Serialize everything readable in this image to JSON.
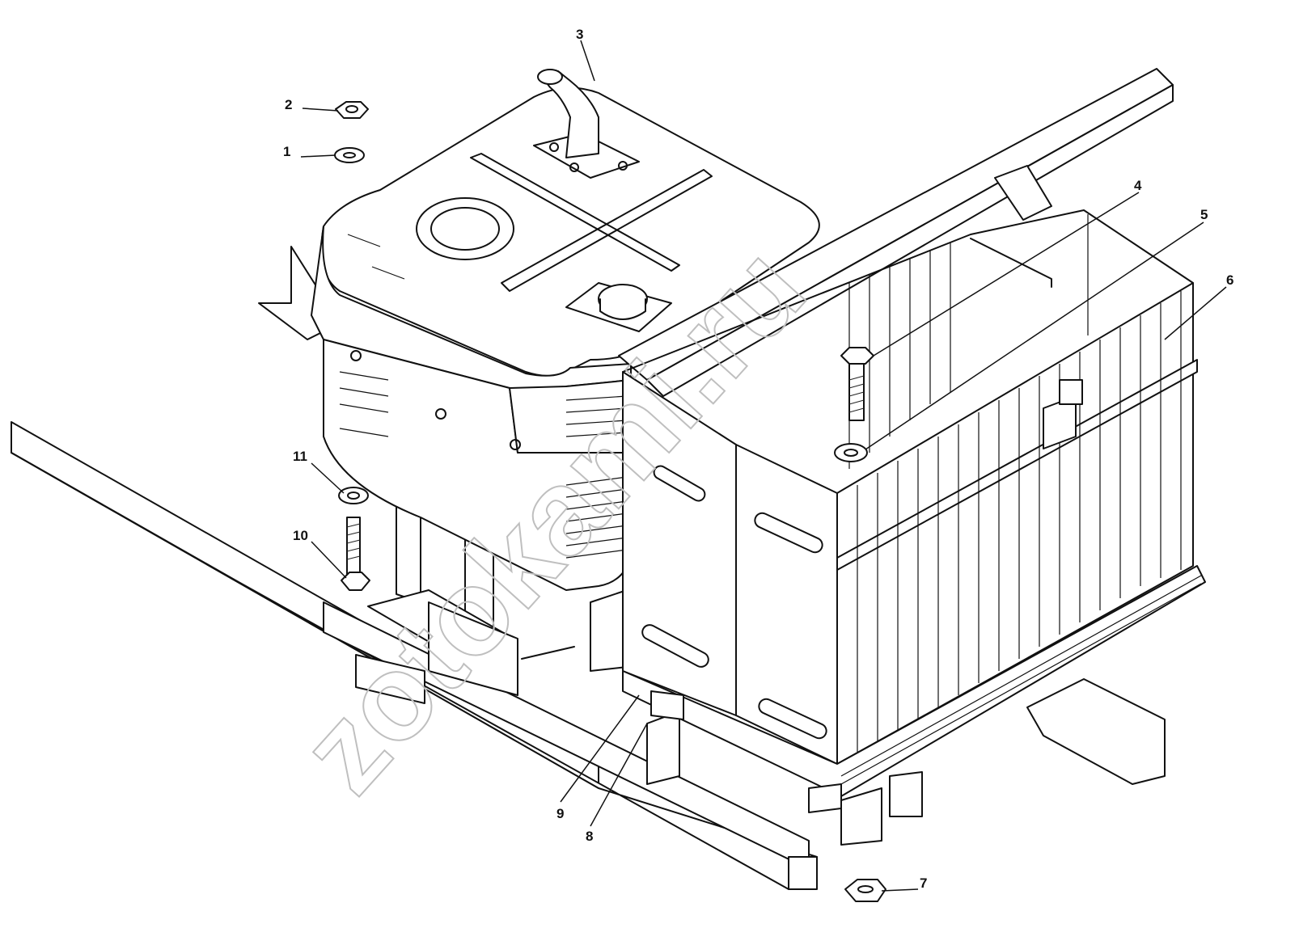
{
  "diagram": {
    "watermark": "zotokami.ru",
    "callouts": [
      {
        "id": "1",
        "label": "1"
      },
      {
        "id": "2",
        "label": "2"
      },
      {
        "id": "3",
        "label": "3"
      },
      {
        "id": "4",
        "label": "4"
      },
      {
        "id": "5",
        "label": "5"
      },
      {
        "id": "6",
        "label": "6"
      },
      {
        "id": "7",
        "label": "7"
      },
      {
        "id": "8",
        "label": "8"
      },
      {
        "id": "9",
        "label": "9"
      },
      {
        "id": "10",
        "label": "10"
      },
      {
        "id": "11",
        "label": "11"
      }
    ]
  }
}
